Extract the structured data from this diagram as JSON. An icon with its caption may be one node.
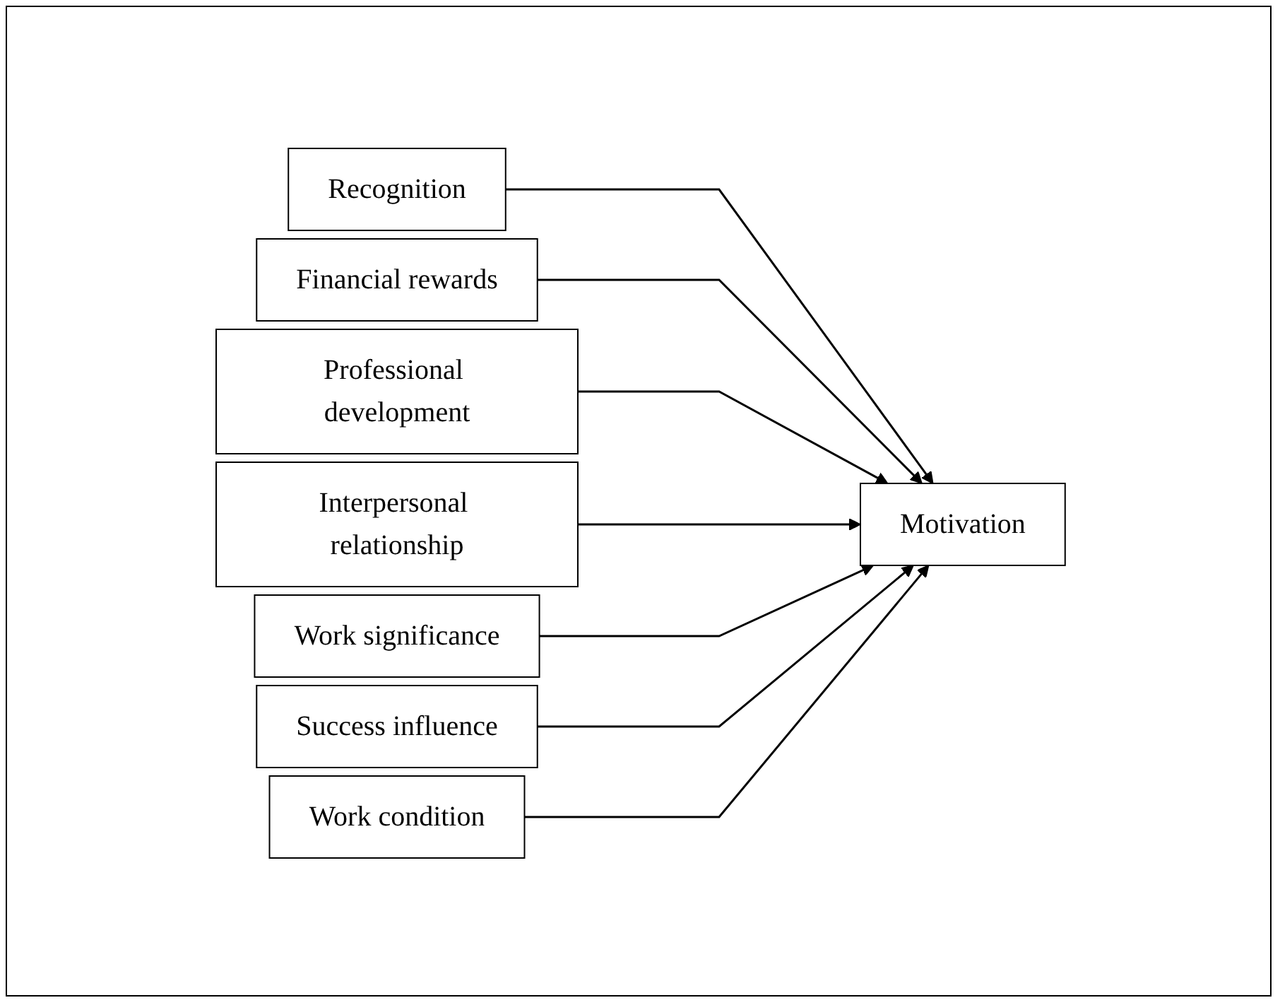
{
  "diagram": {
    "nodes": [
      {
        "text": [
          "Recognition"
        ]
      },
      {
        "text": [
          "Financial rewards"
        ]
      },
      {
        "text": [
          "Professional development"
        ]
      },
      {
        "text": [
          "Interpersonal relationship"
        ]
      },
      {
        "text": [
          "Work significance"
        ]
      },
      {
        "text": [
          "Success influence"
        ]
      },
      {
        "text": [
          "Work condition"
        ]
      },
      {
        "text": [
          "Motivation"
        ]
      }
    ],
    "edges": [
      {
        "from": 0,
        "to": 7,
        "arrow": "to"
      },
      {
        "from": 1,
        "to": 7,
        "arrow": "to"
      },
      {
        "from": 2,
        "to": 7,
        "arrow": "to"
      },
      {
        "from": 3,
        "to": 7,
        "arrow": "to"
      },
      {
        "from": 4,
        "to": 7,
        "arrow": "to"
      },
      {
        "from": 5,
        "to": 7,
        "arrow": "to"
      },
      {
        "from": 6,
        "to": 7,
        "arrow": "to"
      }
    ]
  }
}
